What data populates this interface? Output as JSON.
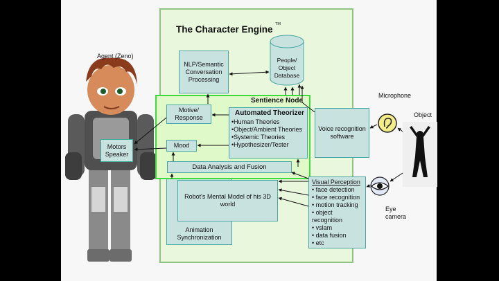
{
  "engine": {
    "title": "The Character Engine",
    "tm": "TM"
  },
  "boxes": {
    "nlp": "NLP/Semantic Conversation Processing",
    "database": "People/ Object Database",
    "sentience_title": "Sentience Node",
    "motive": "Motive/ Response",
    "mood": "Mood",
    "theorizer_title": "Automated Theorizer",
    "theorizer_items": [
      "•Human Theories",
      "•Object/Ambient Theories",
      "•Systemic Theories",
      "•Hypothesizer/Tester"
    ],
    "data_fusion": "Data Analysis and Fusion",
    "motors": "Motors Speaker",
    "voice": "Voice recognition software",
    "mental_model": "Robot's Mental Model of his 3D world",
    "animation": "Animation Synchronization",
    "visual_title": "Visual Perception",
    "visual_items": [
      "• face detection",
      "• face recognition",
      "• motion tracking",
      "• object recognition",
      "• vslam",
      "• data fusion",
      "• etc"
    ]
  },
  "labels": {
    "agent": "Agent (Zeno)",
    "microphone": "Microphone",
    "object": "Object",
    "eye_camera": "Eye camera"
  },
  "colors": {
    "box_fill": "#c8e2e0",
    "box_border": "#49a7a2",
    "engine_fill": "#e9f7dc",
    "sentience_border": "#3cdc3c"
  }
}
